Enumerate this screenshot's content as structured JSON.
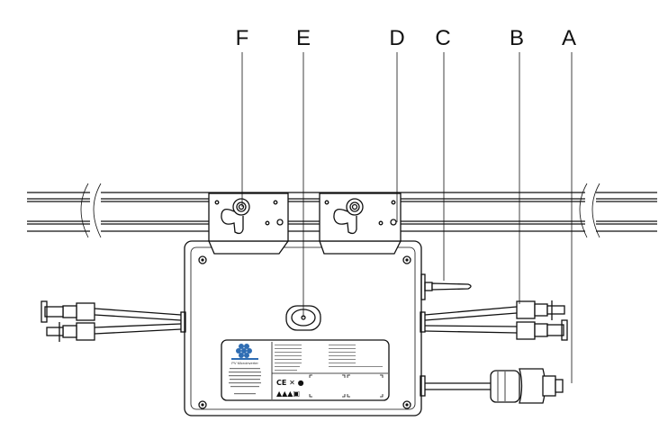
{
  "callouts": {
    "F": "F",
    "E": "E",
    "D": "D",
    "C": "C",
    "B": "B",
    "A": "A"
  },
  "nameplate": {
    "product": "PV Microinverter",
    "brand_color": "#2f6db3"
  }
}
